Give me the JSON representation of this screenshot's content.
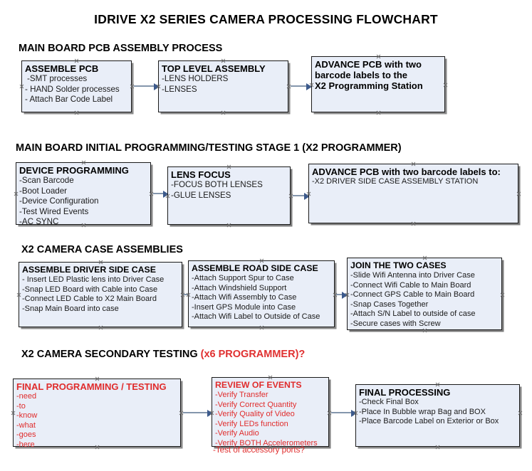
{
  "document": {
    "title": "IDRIVE X2  SERIES CAMERA PROCESSING FLOWCHART"
  },
  "sections": [
    {
      "heading": "MAIN BOARD PCB ASSEMBLY PROCESS",
      "heading_accent": "",
      "boxes": [
        {
          "title": "ASSEMBLE PCB",
          "lines": [
            "-SMT processes",
            "- HAND Solder processes",
            "- Attach Bar Code Label"
          ]
        },
        {
          "title": "TOP LEVEL ASSEMBLY",
          "lines": [
            "-LENS HOLDERS",
            "-LENSES"
          ]
        },
        {
          "title": "ADVANCE PCB with two barcode labels to the  X2 Programming Station",
          "title_l1": "ADVANCE PCB with two",
          "title_l2": "barcode labels to the",
          "title_l3": " X2 Programming Station",
          "lines": []
        }
      ]
    },
    {
      "heading": "MAIN BOARD INITIAL PROGRAMMING/TESTING STAGE 1 (X2 PROGRAMMER)",
      "heading_accent": "",
      "boxes": [
        {
          "title": "DEVICE PROGRAMMING",
          "lines": [
            "-Scan Barcode",
            "-Boot Loader",
            "-Device Configuration",
            "-Test Wired Events",
            "-AC SYNC"
          ]
        },
        {
          "title": "LENS FOCUS",
          "lines": [
            "-FOCUS BOTH LENSES",
            "-GLUE LENSES"
          ]
        },
        {
          "title": "ADVANCE PCB with two barcode labels to:",
          "lines": [
            "-X2 DRIVER  SIDE  CASE  ASSEMBLY STATION"
          ]
        }
      ]
    },
    {
      "heading": "X2 CAMERA CASE ASSEMBLIES",
      "heading_accent": "",
      "boxes": [
        {
          "title": "ASSEMBLE DRIVER SIDE CASE",
          "lines": [
            "- Insert LED Plastic lens into Driver Case",
            "-Snap LED Board with Cable into Case",
            "-Connect LED Cable to X2 Main Board",
            "-Snap Main Board into case"
          ]
        },
        {
          "title": "ASSEMBLE ROAD SIDE CASE",
          "lines": [
            "-Attach Support Spur to Case",
            "-Attach Windshield Support",
            "-Attach Wifi Assembly to Case",
            "-Insert GPS Module into Case",
            "-Attach Wifi Label to Outside of Case"
          ]
        },
        {
          "title": "JOIN THE TWO CASES",
          "lines": [
            "-Slide Wifi Antenna into Driver Case",
            "-Connect Wifi Cable to Main Board",
            "-Connect GPS Cable to Main Board",
            "-Snap Cases Together",
            "-Attach S/N Label to outside of case",
            "-Secure cases with Screw"
          ]
        }
      ]
    },
    {
      "heading": "X2 CAMERA SECONDARY TESTING ",
      "heading_accent": "(x6 PROGRAMMER)?",
      "boxes": [
        {
          "title": "FINAL PROGRAMMING / TESTING",
          "lines": [
            "-need",
            "-to",
            "-know",
            "-what",
            "-goes",
            "-here"
          ]
        },
        {
          "title": "REVIEW OF EVENTS",
          "lines": [
            "-Verify Transfer",
            "-Verify Correct Quantity",
            "-Verify Quality of Video",
            "-Verify LEDs function",
            "-Verify Audio",
            "-Verify BOTH Accelerometers"
          ],
          "overflow_line": "-Test of accessory ports?"
        },
        {
          "title": "FINAL PROCESSING",
          "lines": [
            " -Check Final Box",
            "-Place In Bubble wrap Bag and BOX",
            "-Place Barcode Label on Exterior or Box"
          ]
        }
      ]
    }
  ],
  "colors": {
    "box_fill": "#e9eef8",
    "box_border": "#1a1a1a",
    "box_shadow": "#8a8a8a",
    "connector": "#8496ac",
    "arrowhead": "#3c5a8c",
    "accent_red": "#e02c2c",
    "text": "#000000"
  }
}
